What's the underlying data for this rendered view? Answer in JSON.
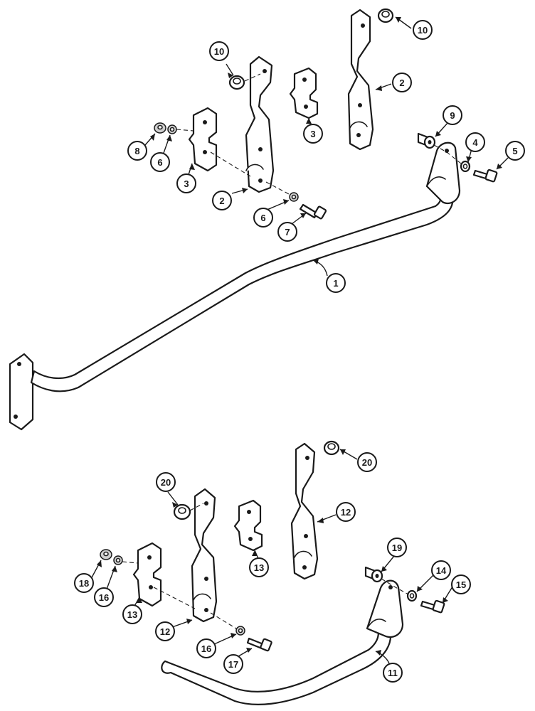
{
  "callouts": [
    {
      "id": "c1",
      "label": "1"
    },
    {
      "id": "c2a",
      "label": "2"
    },
    {
      "id": "c2b",
      "label": "2"
    },
    {
      "id": "c3a",
      "label": "3"
    },
    {
      "id": "c3b",
      "label": "3"
    },
    {
      "id": "c4",
      "label": "4"
    },
    {
      "id": "c5",
      "label": "5"
    },
    {
      "id": "c6a",
      "label": "6"
    },
    {
      "id": "c6b",
      "label": "6"
    },
    {
      "id": "c7",
      "label": "7"
    },
    {
      "id": "c8",
      "label": "8"
    },
    {
      "id": "c9",
      "label": "9"
    },
    {
      "id": "c10a",
      "label": "10"
    },
    {
      "id": "c10b",
      "label": "10"
    },
    {
      "id": "c11",
      "label": "11"
    },
    {
      "id": "c12a",
      "label": "12"
    },
    {
      "id": "c12b",
      "label": "12"
    },
    {
      "id": "c13a",
      "label": "13"
    },
    {
      "id": "c13b",
      "label": "13"
    },
    {
      "id": "c14",
      "label": "14"
    },
    {
      "id": "c15",
      "label": "15"
    },
    {
      "id": "c16a",
      "label": "16"
    },
    {
      "id": "c16b",
      "label": "16"
    },
    {
      "id": "c17",
      "label": "17"
    },
    {
      "id": "c18",
      "label": "18"
    },
    {
      "id": "c19",
      "label": "19"
    },
    {
      "id": "c20a",
      "label": "20"
    },
    {
      "id": "c20b",
      "label": "20"
    }
  ]
}
